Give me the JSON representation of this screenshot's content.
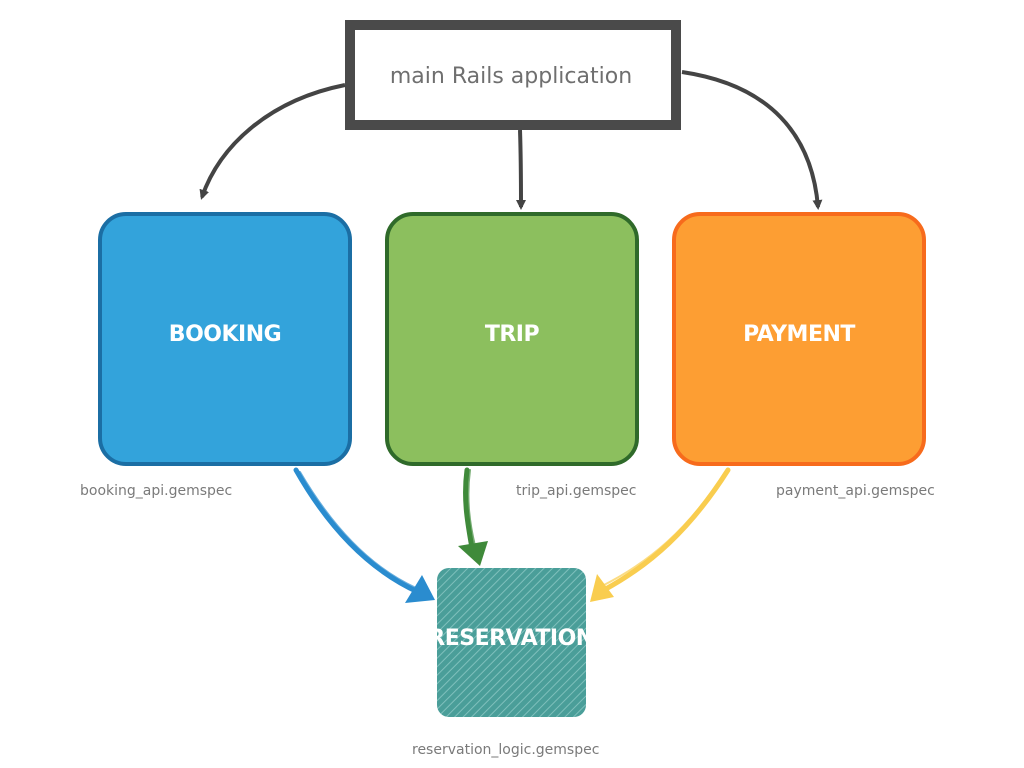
{
  "main": {
    "label": "main Rails application"
  },
  "components": [
    {
      "label": "BOOKING",
      "gemspec": "booking_api.gemspec",
      "fill": "#33a3db",
      "stroke": "#1b6ea4",
      "arrow": "#2a8ccf"
    },
    {
      "label": "TRIP",
      "gemspec": "trip_api.gemspec",
      "fill": "#8cbf5e",
      "stroke": "#2f6a2a",
      "arrow": "#3f8a3a"
    },
    {
      "label": "PAYMENT",
      "gemspec": "payment_api.gemspec",
      "fill": "#fd9e33",
      "stroke": "#f76b1c",
      "arrow": "#f9cd4f"
    }
  ],
  "reservation": {
    "label": "RESERVATION",
    "gemspec": "reservation_logic.gemspec",
    "fill": "#4a9e99",
    "stripe": "#7fc0bc"
  },
  "colors": {
    "main_border": "#4a4a4a",
    "main_arrow": "#444444"
  }
}
